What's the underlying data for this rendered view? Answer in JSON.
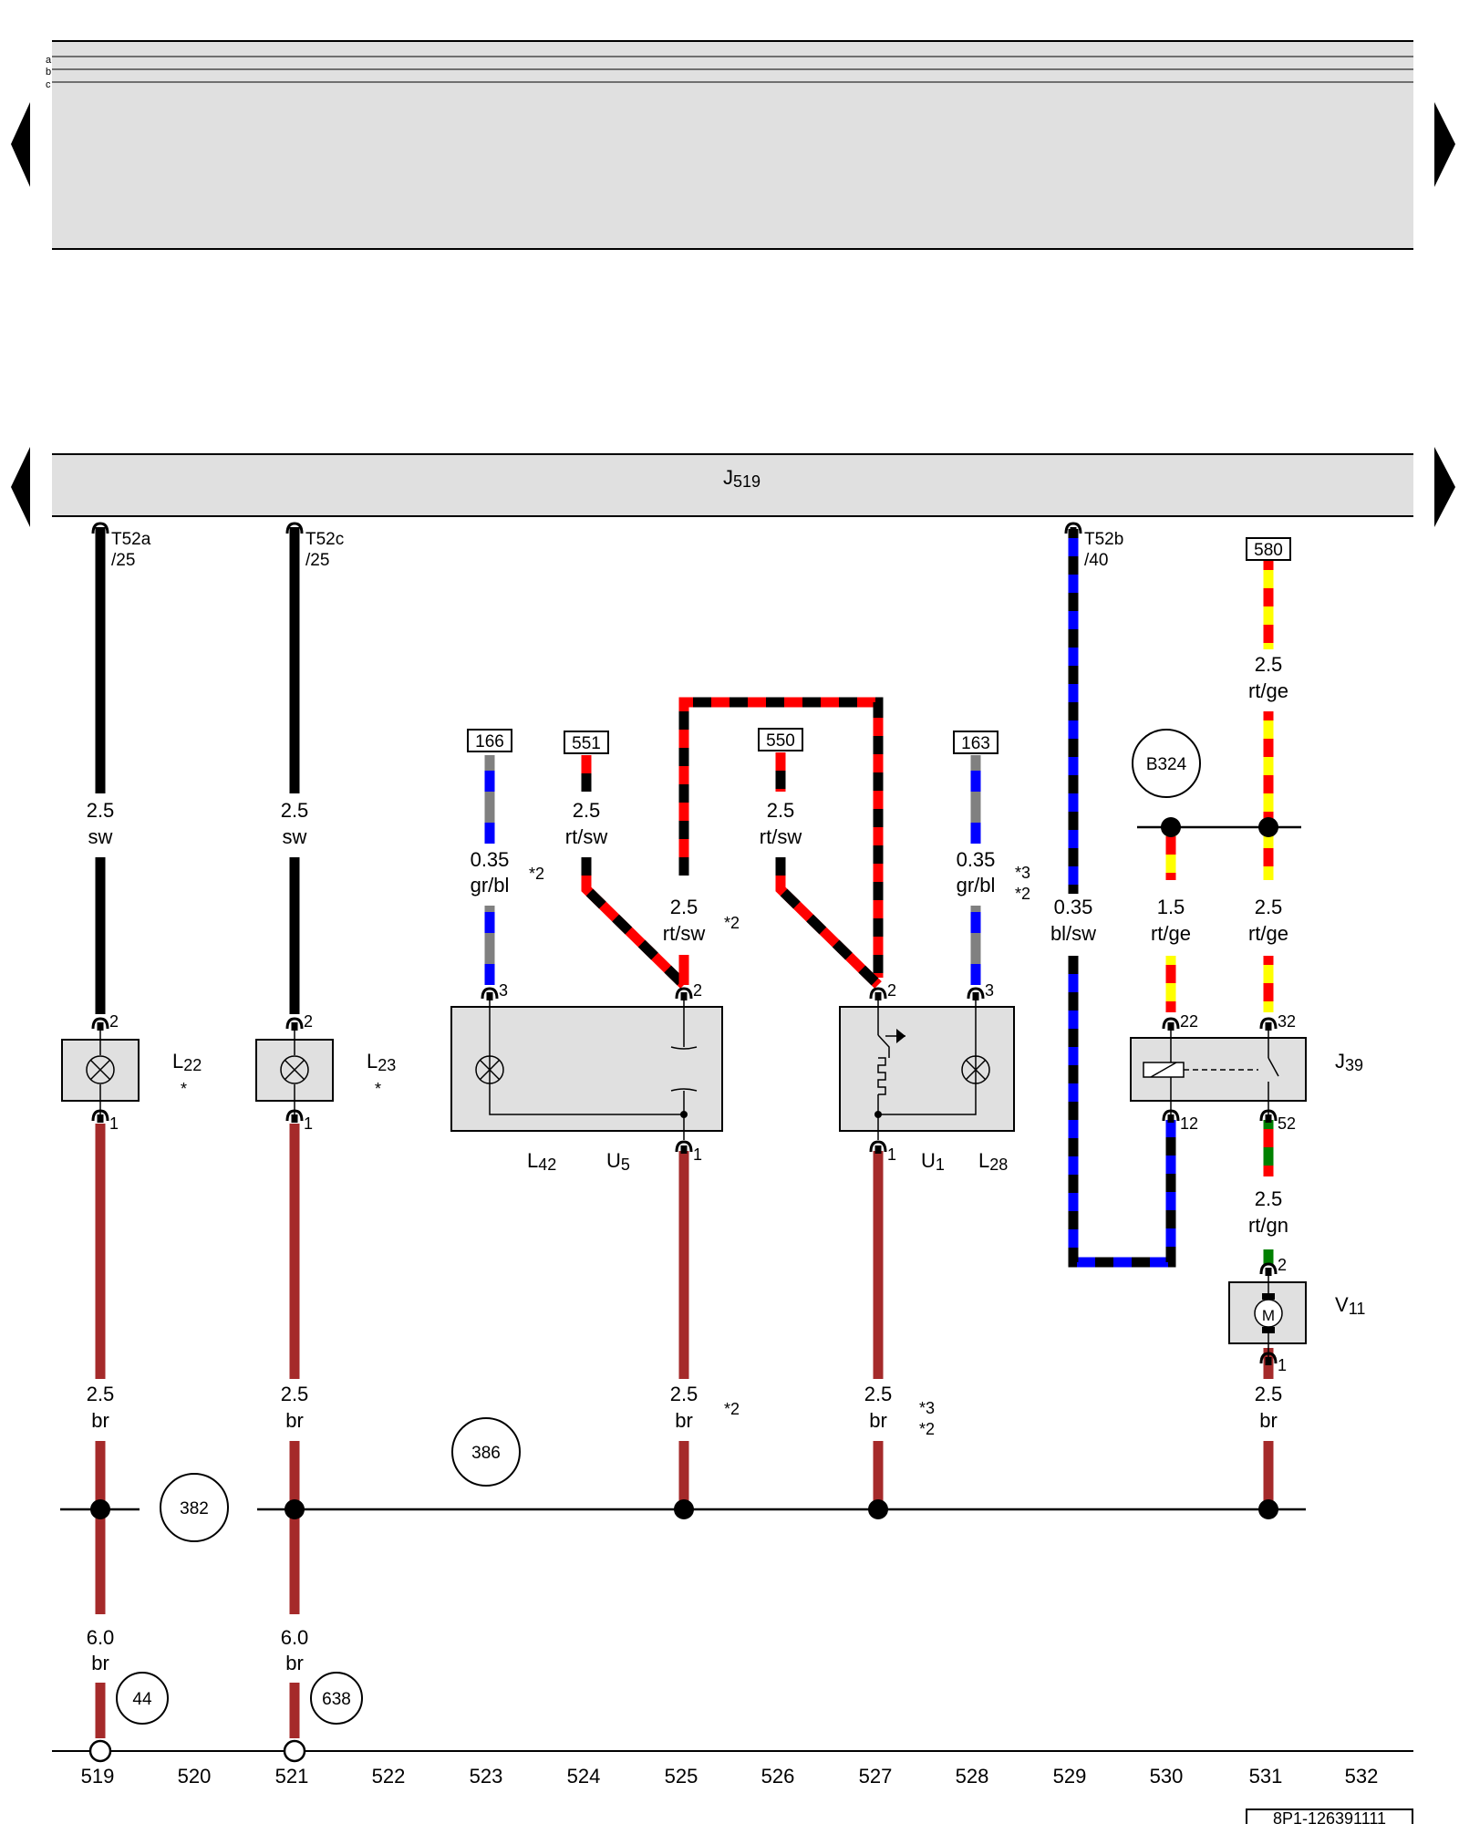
{
  "header_rows": [
    "a",
    "b",
    "c"
  ],
  "control_unit": {
    "code": "J",
    "sub": "519"
  },
  "connectors": {
    "t52a": {
      "top": "T52a",
      "bottom": "/25"
    },
    "t52c": {
      "top": "T52c",
      "bottom": "/25"
    },
    "t52b": {
      "top": "T52b",
      "bottom": "/40"
    }
  },
  "refs": {
    "r166": "166",
    "r551": "551",
    "r550": "550",
    "r163": "163",
    "r580": "580"
  },
  "wires": {
    "w519_top": {
      "size": "2.5",
      "color": "sw"
    },
    "w521_top": {
      "size": "2.5",
      "color": "sw"
    },
    "w166": {
      "size": "0.35",
      "color": "gr/bl"
    },
    "w551": {
      "size": "2.5",
      "color": "rt/sw"
    },
    "w_loop": {
      "size": "2.5",
      "color": "rt/sw"
    },
    "w550": {
      "size": "2.5",
      "color": "rt/sw"
    },
    "w163": {
      "size": "0.35",
      "color": "gr/bl"
    },
    "w529": {
      "size": "0.35",
      "color": "bl/sw"
    },
    "w530": {
      "size": "1.5",
      "color": "rt/ge"
    },
    "w580": {
      "size": "2.5",
      "color": "rt/ge"
    },
    "w531_mid": {
      "size": "2.5",
      "color": "rt/ge"
    },
    "w531_rtgn": {
      "size": "2.5",
      "color": "rt/gn"
    },
    "w519_bot": {
      "size": "2.5",
      "color": "br"
    },
    "w521_bot": {
      "size": "2.5",
      "color": "br"
    },
    "w525_bot": {
      "size": "2.5",
      "color": "br"
    },
    "w527_bot": {
      "size": "2.5",
      "color": "br"
    },
    "w531_bot": {
      "size": "2.5",
      "color": "br"
    },
    "w519_gnd": {
      "size": "6.0",
      "color": "br"
    },
    "w521_gnd": {
      "size": "6.0",
      "color": "br"
    }
  },
  "notes": {
    "n_166": "*2",
    "n_loop": "*2",
    "n_163a": "*3",
    "n_163b": "*2",
    "n_525": "*2",
    "n_527a": "*3",
    "n_527b": "*2",
    "n_l22": "*",
    "n_l23": "*"
  },
  "components": {
    "l22": {
      "code": "L",
      "sub": "22"
    },
    "l23": {
      "code": "L",
      "sub": "23"
    },
    "l42": {
      "code": "L",
      "sub": "42"
    },
    "u5": {
      "code": "U",
      "sub": "5"
    },
    "u1": {
      "code": "U",
      "sub": "1"
    },
    "l28": {
      "code": "L",
      "sub": "28"
    },
    "j39": {
      "code": "J",
      "sub": "39"
    },
    "v11": {
      "code": "V",
      "sub": "11"
    },
    "motor": "M"
  },
  "pins": {
    "p_l22_top": "2",
    "p_l22_bot": "1",
    "p_l23_top": "2",
    "p_l23_bot": "1",
    "p_u5_3": "3",
    "p_u5_2": "2",
    "p_u5_1": "1",
    "p_u1_2": "2",
    "p_u1_3": "3",
    "p_u1_1": "1",
    "p_j39_22": "22",
    "p_j39_32": "32",
    "p_j39_12": "12",
    "p_j39_52": "52",
    "p_v11_2": "2",
    "p_v11_1": "1"
  },
  "circles": {
    "b324": "B324",
    "c382": "382",
    "c386": "386",
    "c44": "44",
    "c638": "638"
  },
  "tracks": [
    "519",
    "520",
    "521",
    "522",
    "523",
    "524",
    "525",
    "526",
    "527",
    "528",
    "529",
    "530",
    "531",
    "532"
  ],
  "doc_id": "8P1-126391111",
  "wire_colors": {
    "black": "#000000",
    "red": "#ff0000",
    "brown": "#a52a2a",
    "blue": "#0000ff",
    "grey": "#808080",
    "yellow": "#ffff00",
    "green": "#008000",
    "panel": "#e0e0e0"
  }
}
